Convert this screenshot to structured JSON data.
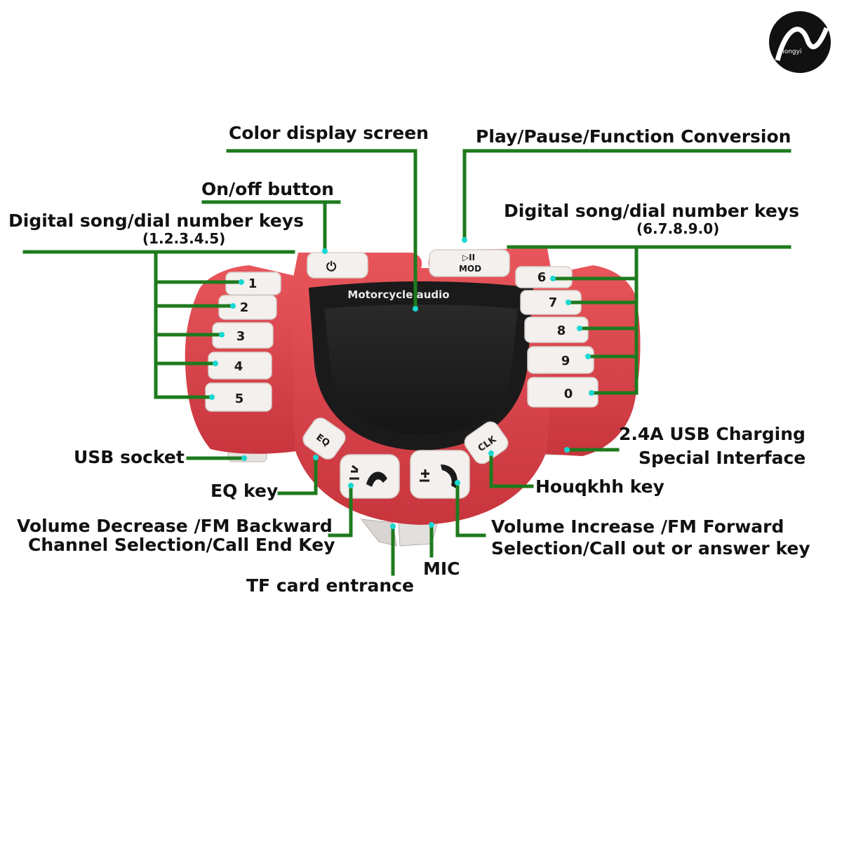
{
  "logo": {
    "text": "hongyi"
  },
  "device": {
    "screen_brand": "Motorcycle audio"
  },
  "keys": {
    "left": [
      "1",
      "2",
      "3",
      "4",
      "5"
    ],
    "right": [
      "6",
      "7",
      "8",
      "9",
      "0"
    ],
    "power_symbol": "⏻",
    "mode_line1": "▷II",
    "mode_line2": "MOD",
    "eq": "EQ",
    "clk": "CLK"
  },
  "labels": {
    "color_display": "Color display screen",
    "play_pause": "Play/Pause/Function Conversion",
    "onoff": "On/off button",
    "digital_left_1": "Digital song/dial number keys",
    "digital_left_2": "(1.2.3.4.5)",
    "digital_right_1": "Digital song/dial number keys",
    "digital_right_2": "(6.7.8.9.0)",
    "usb_socket": "USB socket",
    "usb_charging_1": "2.4A USB Charging",
    "usb_charging_2": "Special Interface",
    "eq_key": "EQ key",
    "houqkhh": "Houqkhh key",
    "vol_dec_1": "Volume Decrease /FM Backward",
    "vol_dec_2": "Channel Selection/Call End Key",
    "vol_inc_1": "Volume Increase /FM Forward",
    "vol_inc_2": "Selection/Call out or answer key",
    "mic": "MIC",
    "tf_card": "TF card entrance"
  }
}
